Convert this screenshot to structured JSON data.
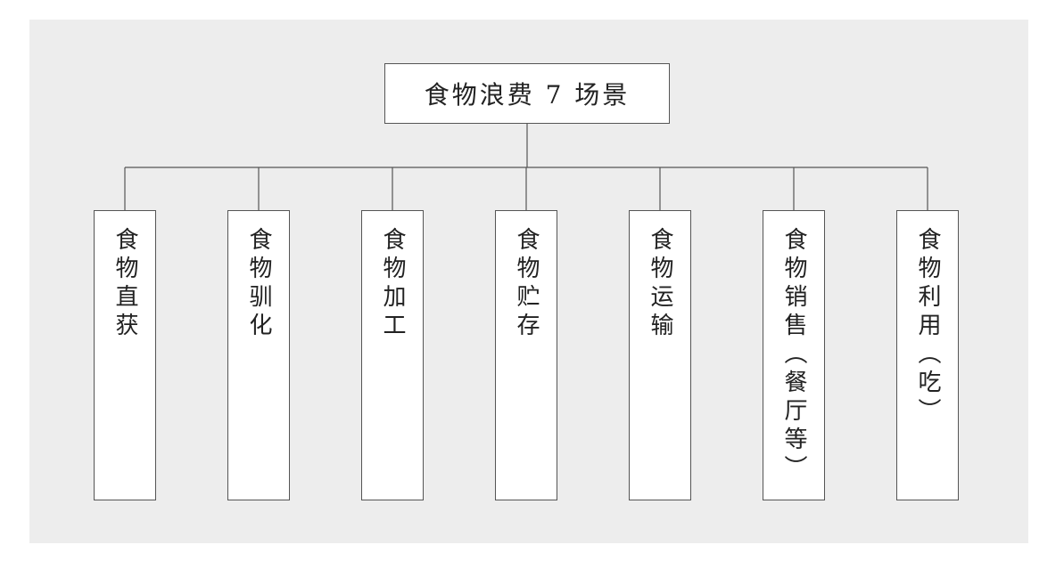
{
  "diagram": {
    "root": {
      "label": "食物浪费 7 场景"
    },
    "children": [
      {
        "id": "c1",
        "label": "食物直获"
      },
      {
        "id": "c2",
        "label": "食物驯化"
      },
      {
        "id": "c3",
        "label": "食物加工"
      },
      {
        "id": "c4",
        "label": "食物贮存"
      },
      {
        "id": "c5",
        "label": "食物运输"
      },
      {
        "id": "c6",
        "label": "食物销售（餐厅等）"
      },
      {
        "id": "c7",
        "label": "食物利用（吃）"
      }
    ]
  },
  "colors": {
    "panel_background": "#ededed",
    "box_fill": "#ffffff",
    "box_border": "#555555",
    "line": "#555555",
    "text": "#222222"
  }
}
